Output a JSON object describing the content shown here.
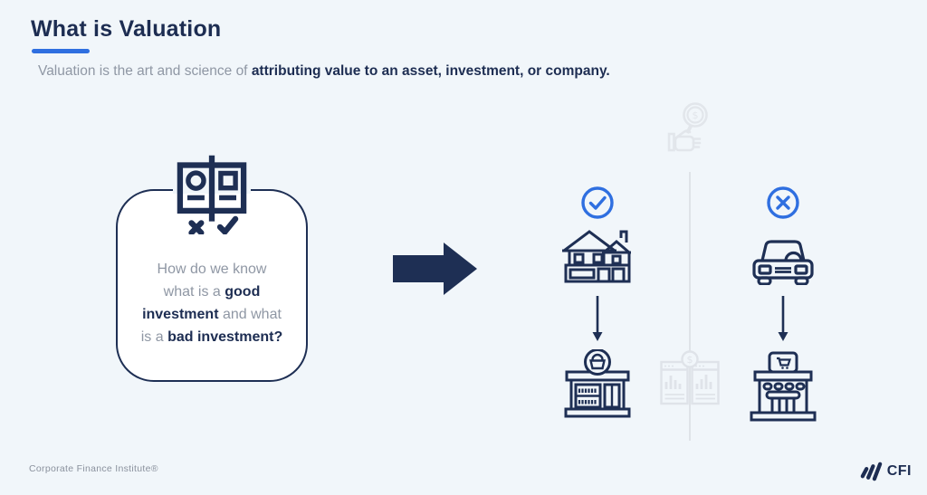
{
  "colors": {
    "background": "#f1f6fa",
    "navy": "#1e2f54",
    "accent_blue": "#2f6fe0",
    "gray_text": "#8f97a4",
    "faint_icon_gray": "#e2e6ec"
  },
  "header": {
    "title_highlight": "What",
    "title_rest": " is Valuation",
    "subtitle_plain": "Valuation is the art and science of ",
    "subtitle_bold": "attributing value to an asset, investment, or company."
  },
  "question_box": {
    "icon": "open-book-check-x-icon",
    "line1": "How do we know",
    "line2_plain": "what is a ",
    "line2_bold": "good",
    "line3_bold": "investment",
    "line3_plain": " and what",
    "line4_plain": "is a ",
    "line4_bold": "bad investment?"
  },
  "flow": {
    "connector": "right-arrow",
    "good_column": {
      "verdict_icon": "check-circle-icon",
      "asset_icon": "house-icon",
      "result_icon": "storefront-basket-icon"
    },
    "bad_column": {
      "verdict_icon": "x-circle-icon",
      "asset_icon": "car-icon",
      "result_icon": "supermarket-cart-icon"
    },
    "center_watermarks": {
      "top_icon": "hand-magnifying-glass-dollar-icon",
      "bottom_icon": "financial-reports-dollar-icon",
      "dollar_sign": "$"
    }
  },
  "footer": {
    "copyright": "Corporate Finance Institute®",
    "logo_icon": "cfi-bars-icon",
    "logo_text": "CFI"
  }
}
